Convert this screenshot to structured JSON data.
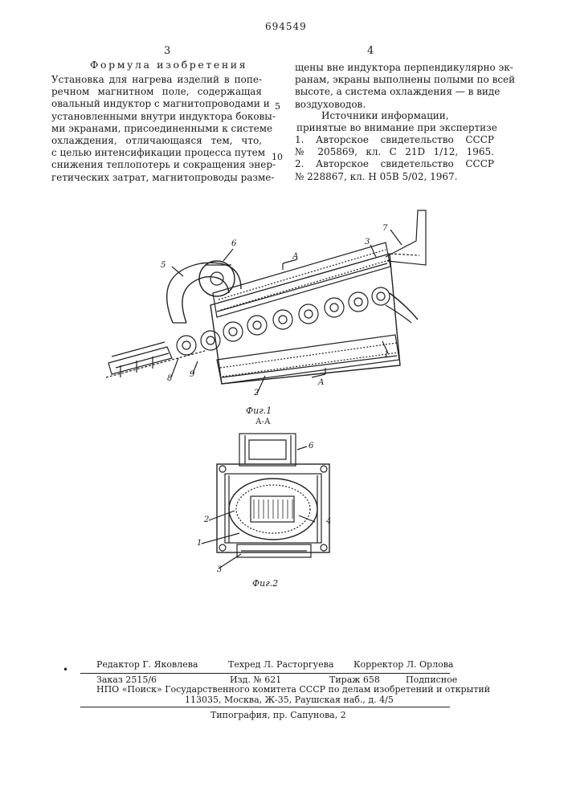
{
  "header": {
    "patent_number": "694549",
    "left_column_number": "3",
    "right_column_number": "4"
  },
  "left_column": {
    "heading": "Формула изобретения",
    "lines": [
      "Установка для нагрева изделий в попе-",
      "речном магнитном поле, содержащая",
      "овальный индуктор с магнитопроводами и",
      "установленными внутри индуктора боковы-",
      "ми экранами, присоединенными к системе",
      "охлаждения, отличающаяся тем, что,",
      "с целью интенсификации процесса путем",
      "снижения теплопотерь и сокращения энер-",
      "гетических затрат, магнитопроводы разме-"
    ]
  },
  "right_column": {
    "lines": [
      "щены вне индуктора перпендикулярно эк-",
      "ранам, экраны выполнены полыми по всей",
      "высоте, а система охлаждения — в виде",
      "воздуховодов."
    ],
    "line_numbers": [
      "5",
      "10"
    ],
    "sources_title": "Источники информации,",
    "sources_subtitle": "принятые во внимание при экспертизе",
    "sources": [
      "1. Авторское свидетельство СССР",
      "№ 205869, кл. С 21D 1/12, 1965.",
      "2. Авторское свидетельство СССР",
      "№ 228867, кл. Н 05В 5/02, 1967."
    ]
  },
  "figures": {
    "fig1_caption": "Фиг.1",
    "fig2_caption": "Фиг.2",
    "section_label": "А-А",
    "section_marker": "А",
    "fig1_labels": [
      "1",
      "2",
      "3",
      "5",
      "6",
      "7",
      "8",
      "9"
    ],
    "fig2_labels": [
      "1",
      "2",
      "3",
      "4",
      "6"
    ]
  },
  "footer": {
    "editor": "Редактор Г. Яковлева",
    "tech_editor": "Техред Л. Расторгуева",
    "corrector": "Корректор Л. Орлова",
    "order": "Заказ 2515/6",
    "izd": "Изд. № 621",
    "tirazh": "Тираж 658",
    "subscription": "Подписное",
    "organization": "НПО «Поиск» Государственного комитета СССР по делам изобретений и открытий",
    "address": "113035, Москва, Ж-35, Раушская наб., д. 4/5",
    "typography": "Типография, пр. Сапунова, 2"
  }
}
